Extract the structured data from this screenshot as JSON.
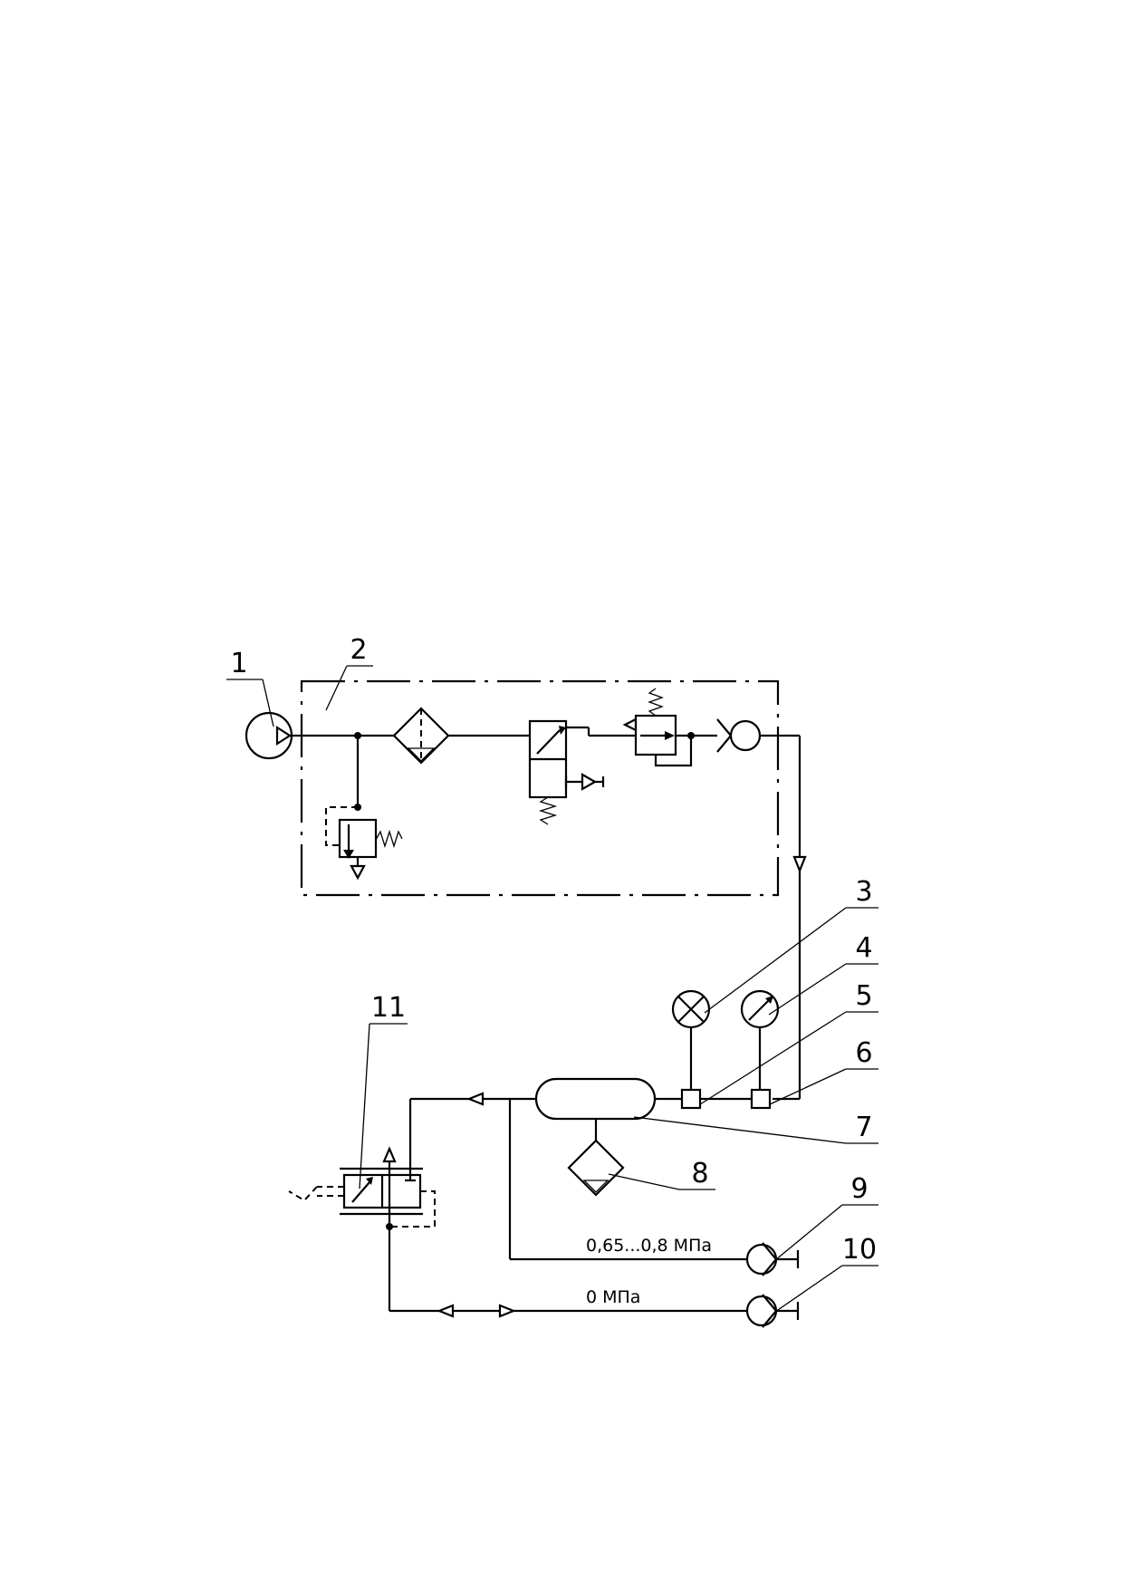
{
  "callouts": [
    {
      "id": "1",
      "label": "1"
    },
    {
      "id": "2",
      "label": "2"
    },
    {
      "id": "3",
      "label": "3"
    },
    {
      "id": "4",
      "label": "4"
    },
    {
      "id": "5",
      "label": "5"
    },
    {
      "id": "6",
      "label": "6"
    },
    {
      "id": "7",
      "label": "7"
    },
    {
      "id": "8",
      "label": "8"
    },
    {
      "id": "9",
      "label": "9"
    },
    {
      "id": "10",
      "label": "10"
    },
    {
      "id": "11",
      "label": "11"
    }
  ],
  "pressure_labels": {
    "supply": "0,65...0,8 МПа",
    "exhaust": "0 МПа"
  }
}
